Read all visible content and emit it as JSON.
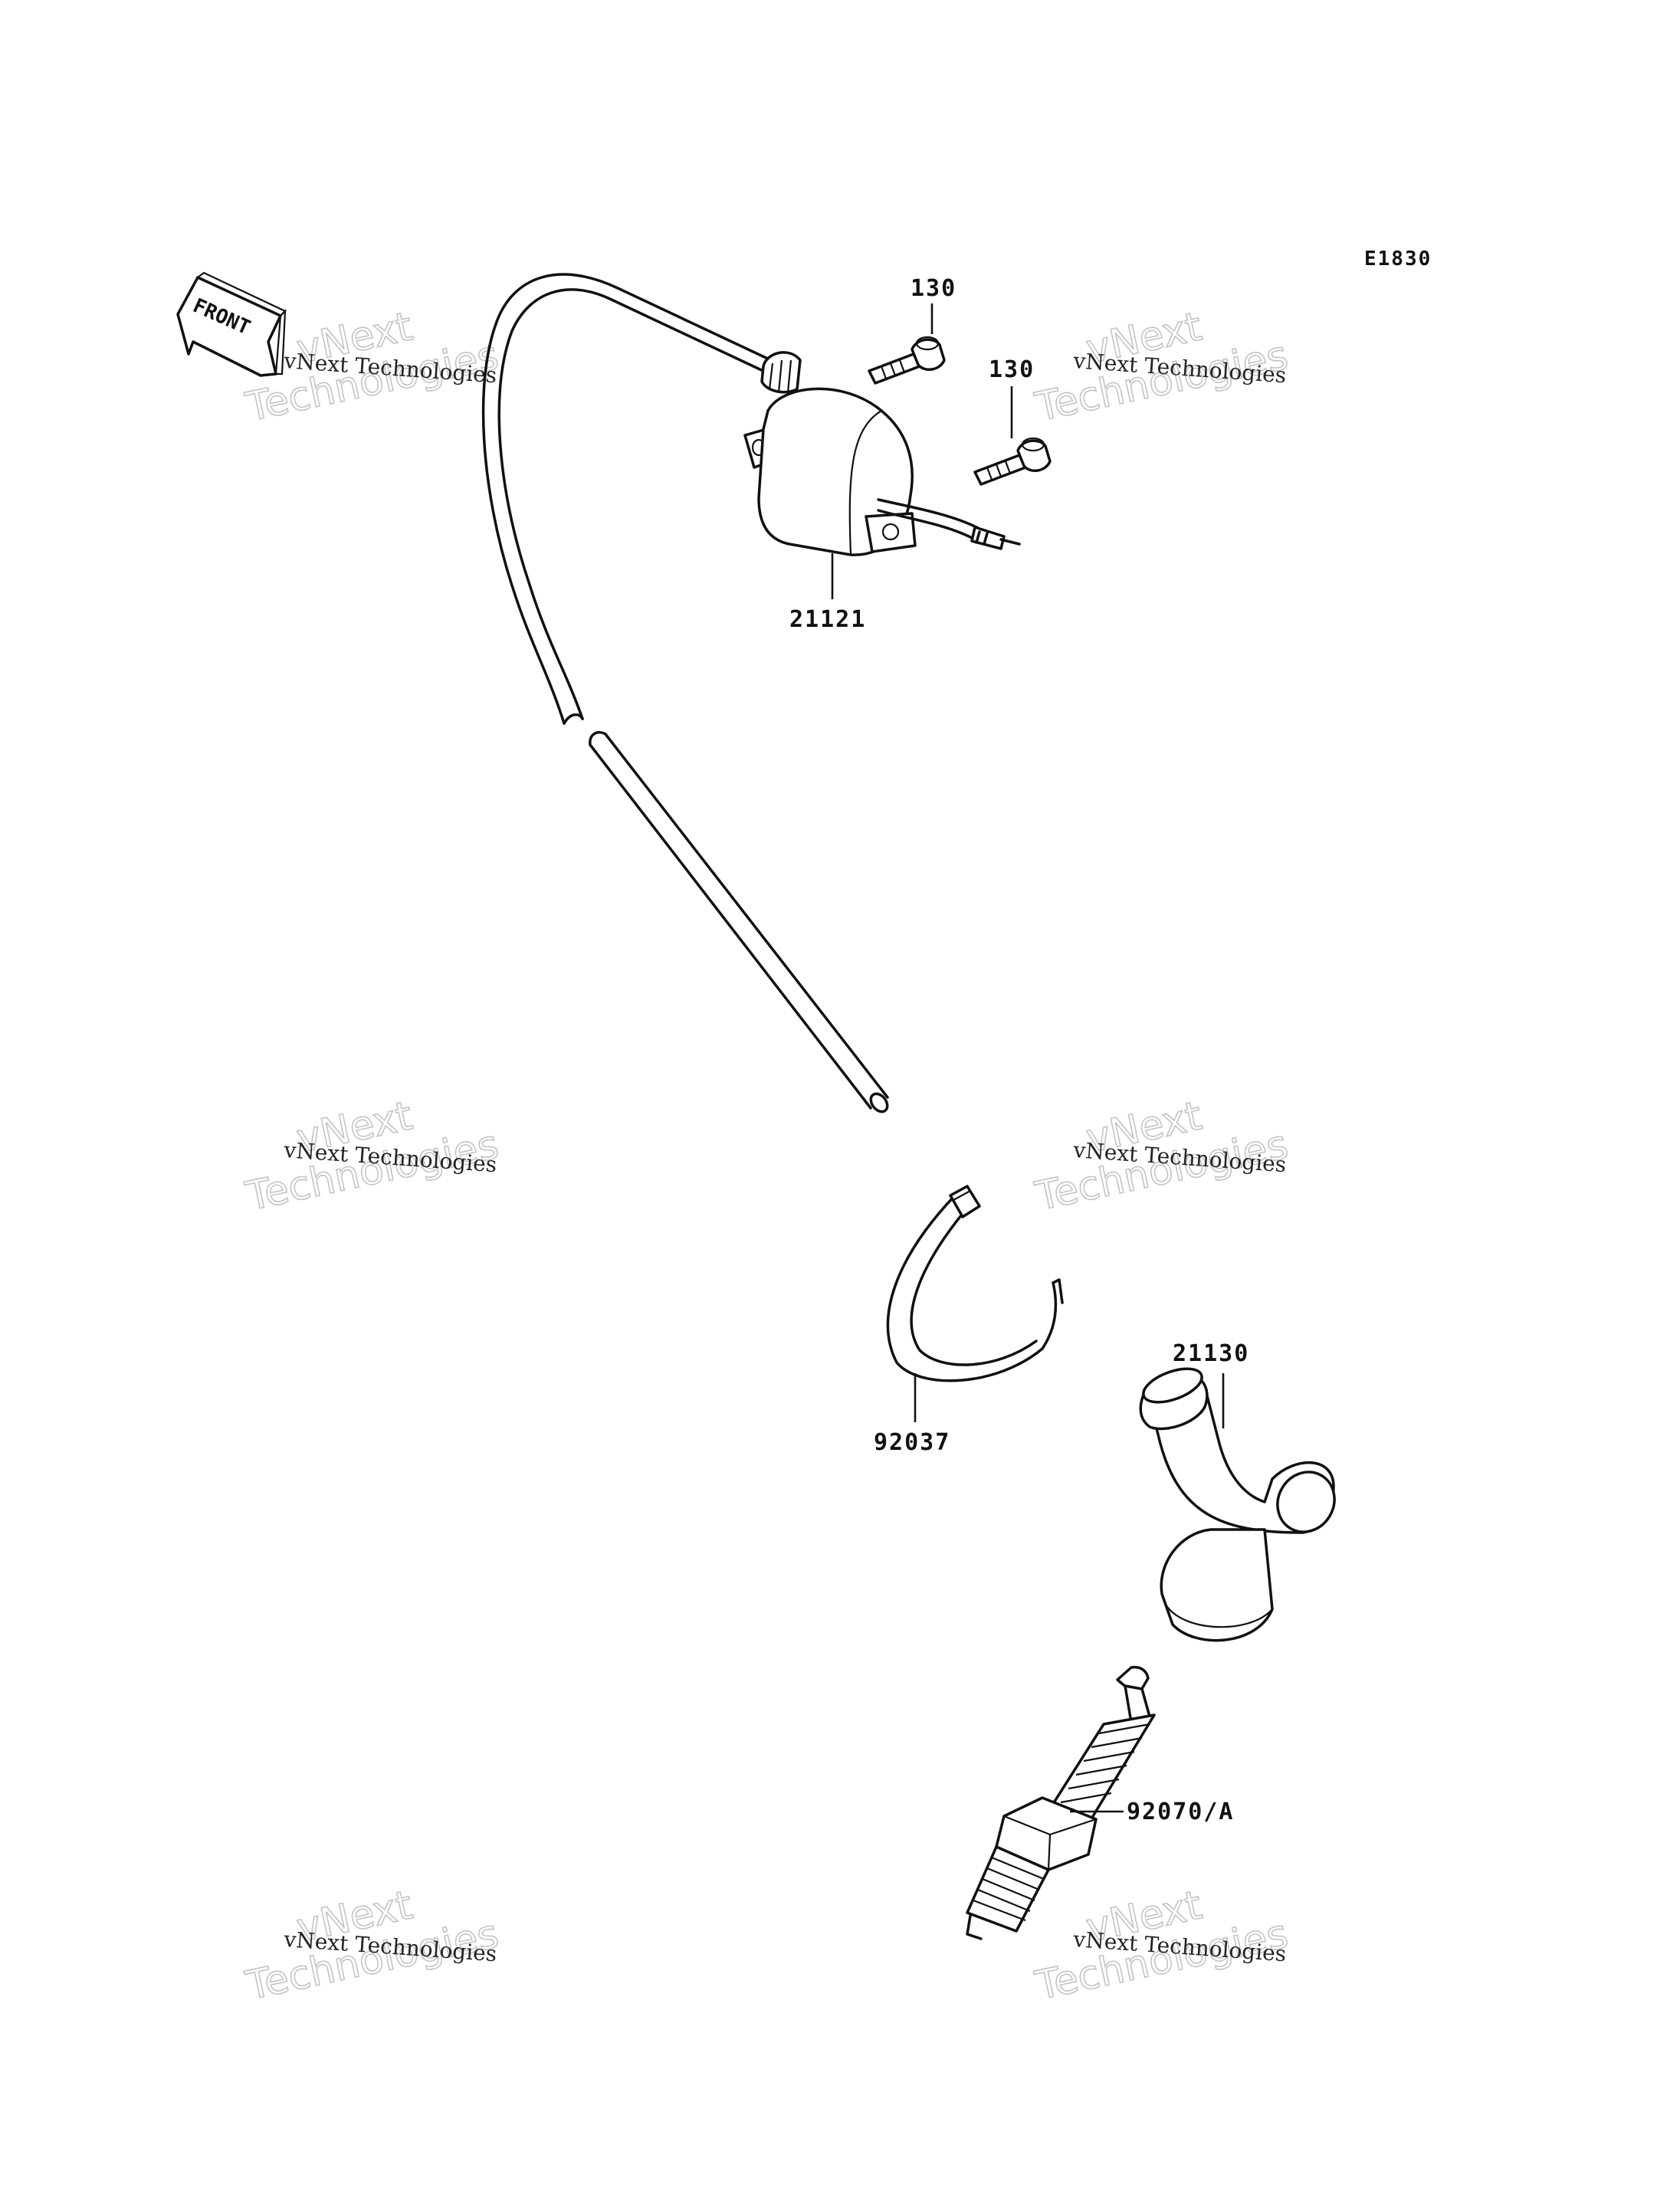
{
  "diagram": {
    "reference_code": "E1830",
    "orientation_label": "FRONT"
  },
  "callouts": {
    "bolt_upper": "130",
    "bolt_right": "130",
    "ignition_coil": "21121",
    "cable_tie": "92037",
    "plug_cap": "21130",
    "spark_plug": "92070/A"
  },
  "watermark": {
    "line1": "vNext Technologies",
    "line2": "vNext",
    "line3": "Technologies"
  }
}
